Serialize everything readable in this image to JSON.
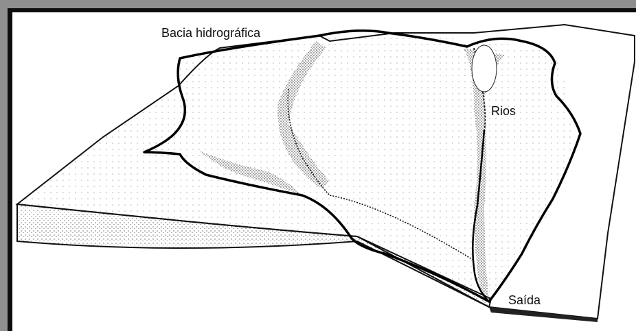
{
  "labels": {
    "basin": "Bacia hidrográfica",
    "rivers": "Rios",
    "outlet": "Saída"
  },
  "colors": {
    "frame_gray": "#8f8f8f",
    "frame_black": "#0d0d0d",
    "ink": "#111111",
    "stipple": "#2a2a2a",
    "background": "#ffffff"
  }
}
